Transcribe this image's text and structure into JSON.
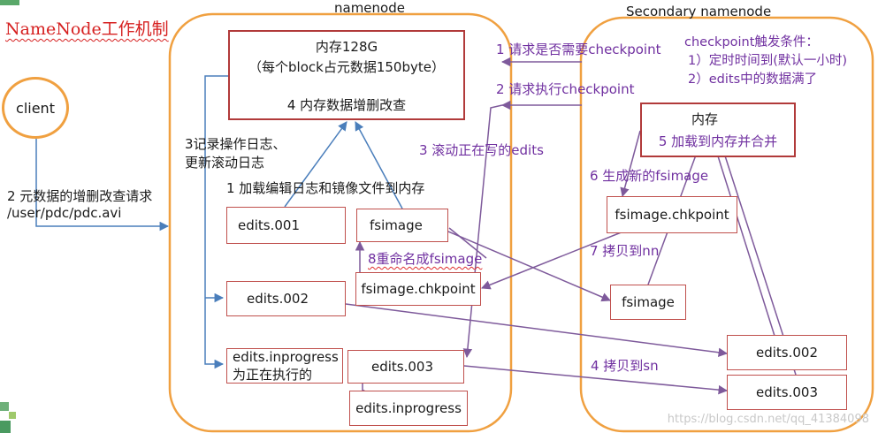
{
  "title": "NameNode工作机制",
  "regions": {
    "namenode": "namenode",
    "secondary": "Secondary namenode"
  },
  "client": "client",
  "client_request": {
    "line1": "2 元数据的增删改查请求",
    "line2": "/user/pdc/pdc.avi"
  },
  "nn_memory": {
    "line1": "内存128G",
    "line2": "（每个block占元数据150byte）",
    "line3": "4 内存数据增删改查"
  },
  "nn_steps": {
    "log": {
      "line1": "3记录操作日志、",
      "line2": "更新滚动日志"
    },
    "load": "1 加载编辑日志和镜像文件到内存",
    "rename": "8重命名成fsimage",
    "roll": "3 滚动正在写的edits",
    "inprogress_note": "为正在执行的"
  },
  "nn_files": {
    "edits001": "edits.001",
    "edits002": "edits.002",
    "edits_inprogress": "edits.inprogress",
    "fsimage": "fsimage",
    "fsimage_chkpoint": "fsimage.chkpoint",
    "edits003": "edits.003",
    "edits_inprogress2": "edits.inprogress"
  },
  "messages": {
    "ask": "1 请求是否需要checkpoint",
    "execute": "2 请求执行checkpoint"
  },
  "triggers": {
    "title": "checkpoint触发条件：",
    "cond1": "1）定时时间到(默认一小时)",
    "cond2": "2）edits中的数据满了"
  },
  "snn_memory": {
    "line1": "内存",
    "line2": "5 加载到内存并合并"
  },
  "snn_steps": {
    "generate": "6 生成新的fsimage",
    "copy_nn": "7 拷贝到nn",
    "copy_sn": "4 拷贝到sn"
  },
  "snn_files": {
    "fsimage_chkpoint": "fsimage.chkpoint",
    "fsimage": "fsimage",
    "edits002": "edits.002",
    "edits003": "edits.003"
  },
  "watermark": "https://blog.csdn.net/qq_41384098",
  "colors": {
    "title": "#d62020",
    "region_border": "#f0a040",
    "box_border": "#c0504d",
    "arrow_blue": "#4a7ebb",
    "arrow_purple": "#7e5a9b",
    "label_purple": "#7030a0"
  }
}
